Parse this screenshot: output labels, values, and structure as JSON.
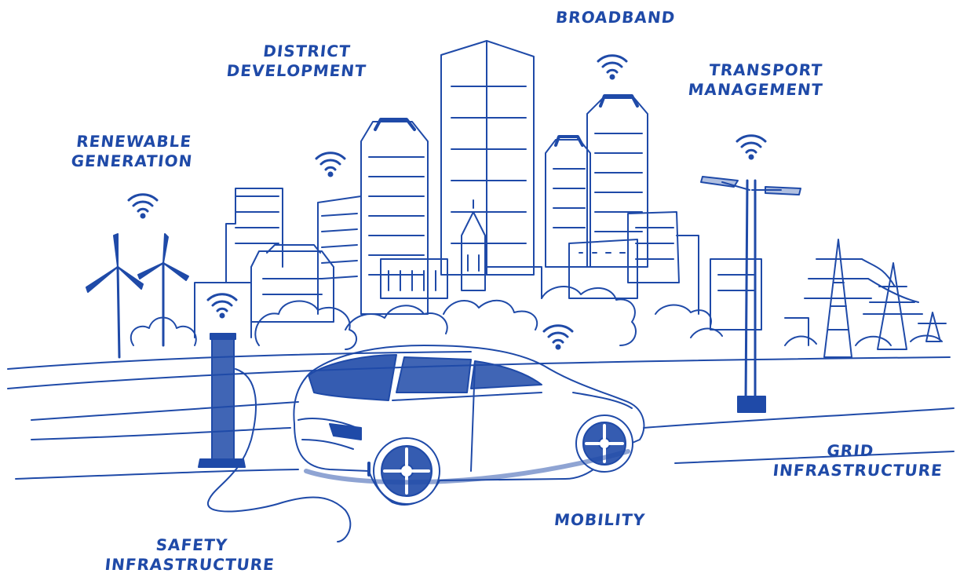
{
  "colors": {
    "ink": "#1f4aa8",
    "background": "#ffffff"
  },
  "labels": {
    "broadband": "BROADBAND",
    "district_development": [
      "DISTRICT",
      "DEVELOPMENT"
    ],
    "transport_management": [
      "TRANSPORT",
      "MANAGEMENT"
    ],
    "renewable_generation": [
      "RENEWABLE",
      "GENERATION"
    ],
    "grid_infrastructure": [
      "GRID",
      "INFRASTRUCTURE"
    ],
    "mobility": "MOBILITY",
    "safety_infrastructure": [
      "SAFETY",
      "INFRASTRUCTURE"
    ]
  },
  "icons": [
    "wifi-icon",
    "wind-turbine-icon",
    "skyscraper-icon",
    "solar-panel-icon",
    "church-icon",
    "street-lamp-icon",
    "power-pylon-icon",
    "ev-charger-icon",
    "electric-car-icon",
    "tree-icon"
  ]
}
